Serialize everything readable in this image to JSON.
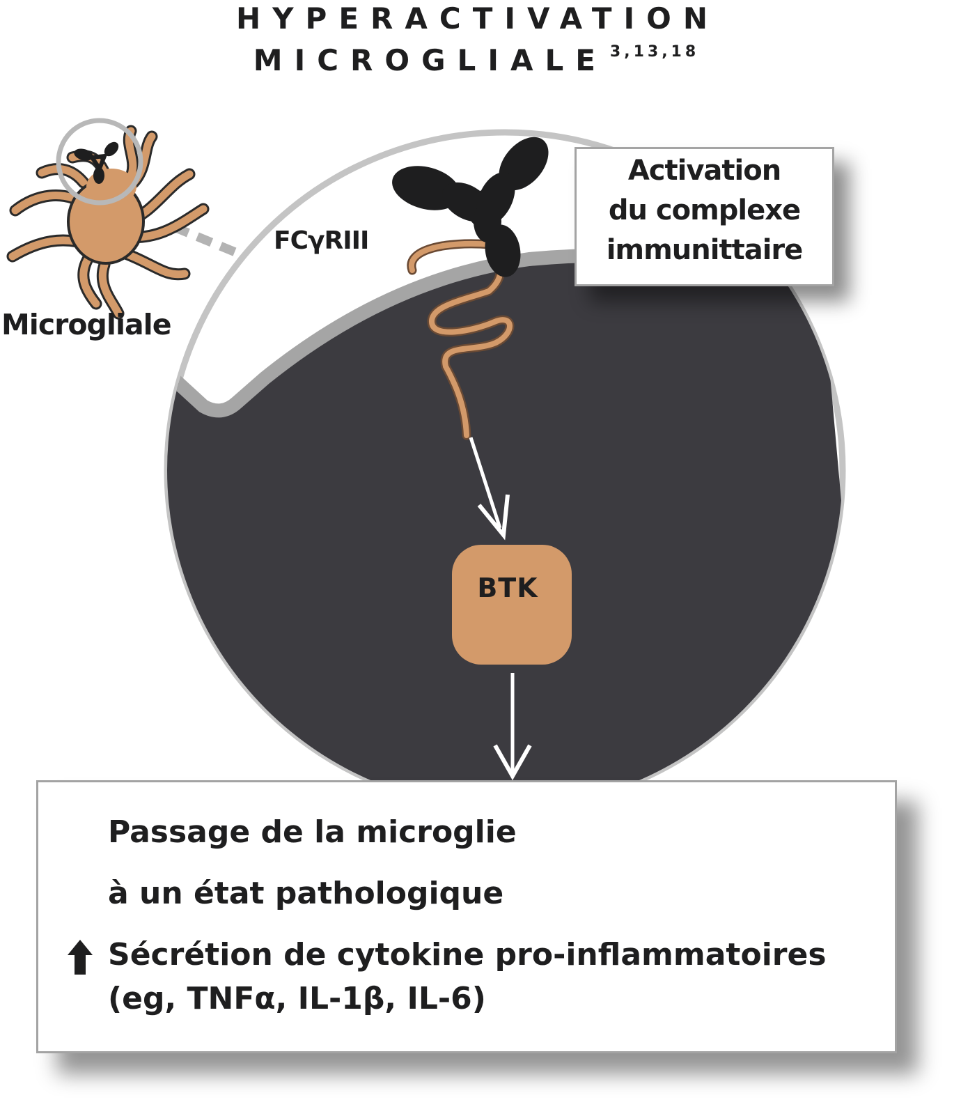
{
  "title": {
    "line1": "HYPERACTIVATION",
    "line2": "MICROGLIALE",
    "references": "3,13,18"
  },
  "labels": {
    "microglia": "Microgliale",
    "receptor": "FCγRIII",
    "kinase": "BTK"
  },
  "activation_box": {
    "lines": [
      "Activation",
      "du complexe",
      "immunittaire"
    ]
  },
  "result_box": {
    "lines": [
      "Passage de la microglie",
      "à un état pathologique",
      "Sécrétion de cytokine pro-inflammatoires",
      "(eg, TNFα, IL-1β, IL-6)"
    ],
    "indicator_icon": "up-arrow-icon"
  },
  "colors": {
    "cell_interior": "#3c3b40",
    "membrane": "#a5a5a5",
    "microglia_body": "#d39a6a",
    "btk": "#d39a6a",
    "immune_complex": "#1e1e1f"
  }
}
